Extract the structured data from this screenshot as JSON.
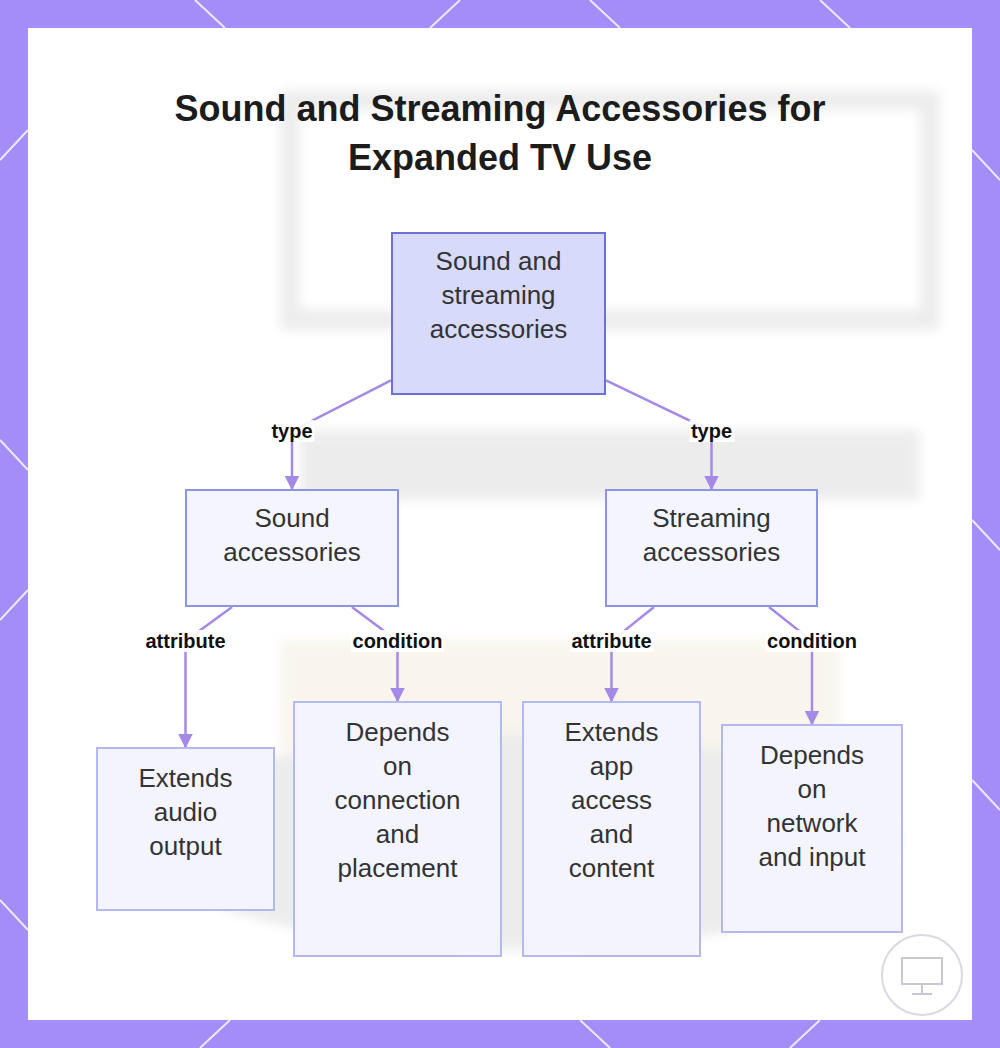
{
  "diagram": {
    "title": "Sound and Streaming Accessories for Expanded TV Use",
    "nodes": [
      {
        "text": [
          "Sound and streaming accessories"
        ]
      },
      {
        "text": [
          "Sound accessories"
        ]
      },
      {
        "text": [
          "Streaming accessories"
        ]
      },
      {
        "text": [
          "Extends audio output"
        ]
      },
      {
        "text": [
          "Depends on connection and placement"
        ]
      },
      {
        "text": [
          "Extends app access and content"
        ]
      },
      {
        "text": [
          "Depends on network and input"
        ]
      }
    ],
    "edges": [
      {
        "from": 0,
        "to": 1,
        "label": "type",
        "arrow": "to"
      },
      {
        "from": 0,
        "to": 2,
        "label": "type",
        "arrow": "to"
      },
      {
        "from": 1,
        "to": 3,
        "label": "attribute",
        "arrow": "to"
      },
      {
        "from": 1,
        "to": 4,
        "label": "condition",
        "arrow": "to"
      },
      {
        "from": 2,
        "to": 5,
        "label": "attribute",
        "arrow": "to"
      },
      {
        "from": 2,
        "to": 6,
        "label": "condition",
        "arrow": "to"
      }
    ]
  }
}
